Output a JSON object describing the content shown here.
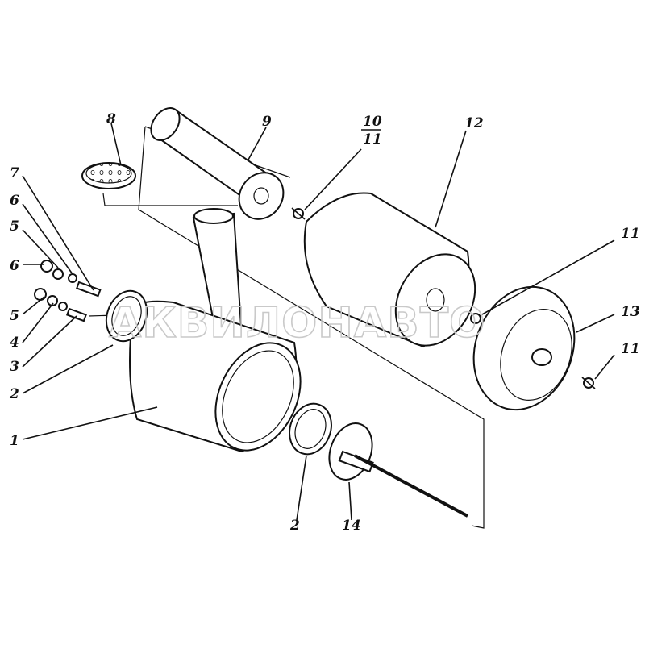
{
  "diagram": {
    "watermark": "АКВИЛОНАВТО",
    "callouts": {
      "c1": "1",
      "c2a": "2",
      "c2b": "2",
      "c3": "3",
      "c4": "4",
      "c5a": "5",
      "c5b": "5",
      "c6a": "6",
      "c6b": "6",
      "c7": "7",
      "c8": "8",
      "c9": "9",
      "c10_top": "10",
      "c10_bottom": "11",
      "c11a": "11",
      "c11b": "11",
      "c12": "12",
      "c13": "13",
      "c14": "14"
    }
  }
}
